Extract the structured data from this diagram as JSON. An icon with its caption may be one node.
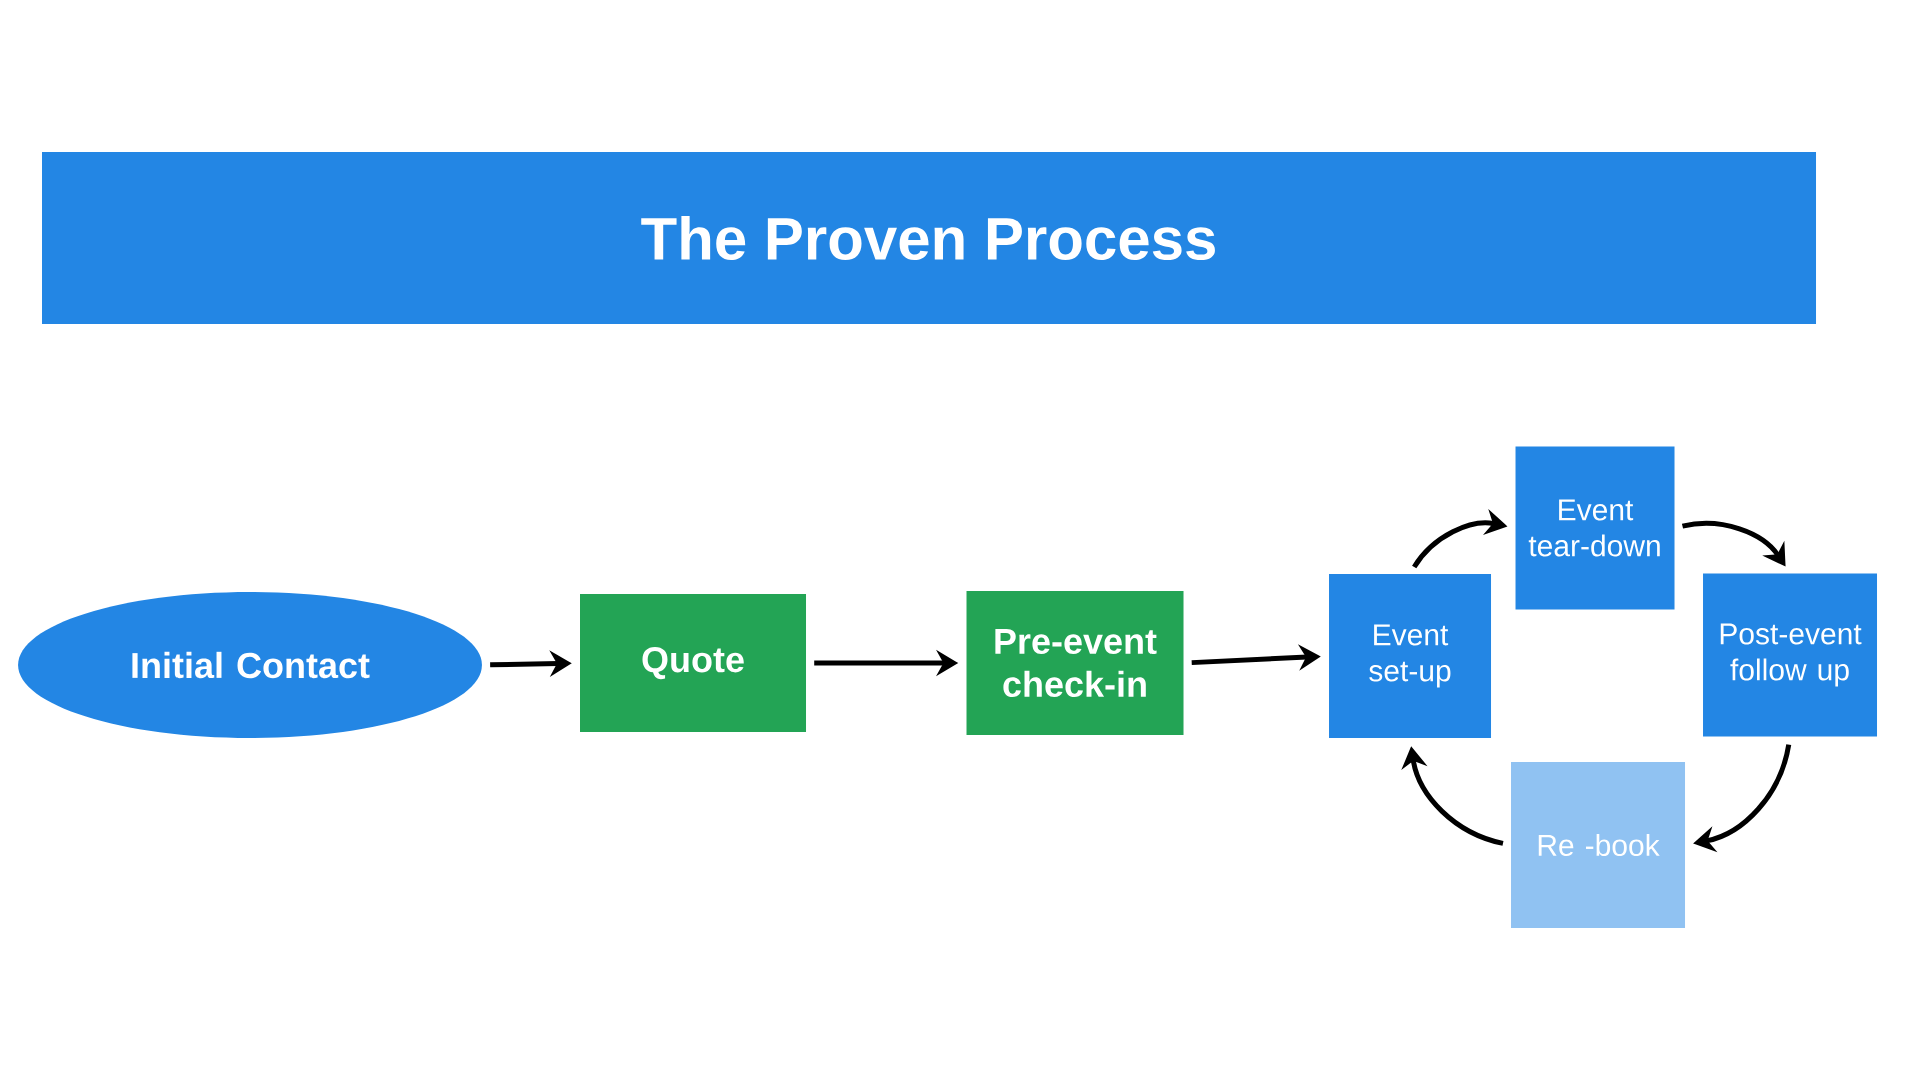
{
  "diagram": {
    "title": "The Proven Process",
    "nodes": [
      {
        "text": [
          "Initial Contact"
        ]
      },
      {
        "text": [
          "Quote"
        ]
      },
      {
        "text": [
          "Pre-event check-in"
        ]
      },
      {
        "text": [
          "Event set-up"
        ]
      },
      {
        "text": [
          "Event tear-down"
        ]
      },
      {
        "text": [
          "Post-event follow up"
        ]
      },
      {
        "text": [
          "Re -book"
        ]
      }
    ],
    "edges": [
      {
        "from": 0,
        "to": 1,
        "arrow": "to"
      },
      {
        "from": 1,
        "to": 2,
        "arrow": "to"
      },
      {
        "from": 2,
        "to": 3,
        "arrow": "to"
      },
      {
        "from": 3,
        "to": 4,
        "arrow": "to"
      },
      {
        "from": 4,
        "to": 5,
        "arrow": "to"
      },
      {
        "from": 5,
        "to": 6,
        "arrow": "to"
      },
      {
        "from": 6,
        "to": 3,
        "arrow": "to"
      }
    ]
  }
}
